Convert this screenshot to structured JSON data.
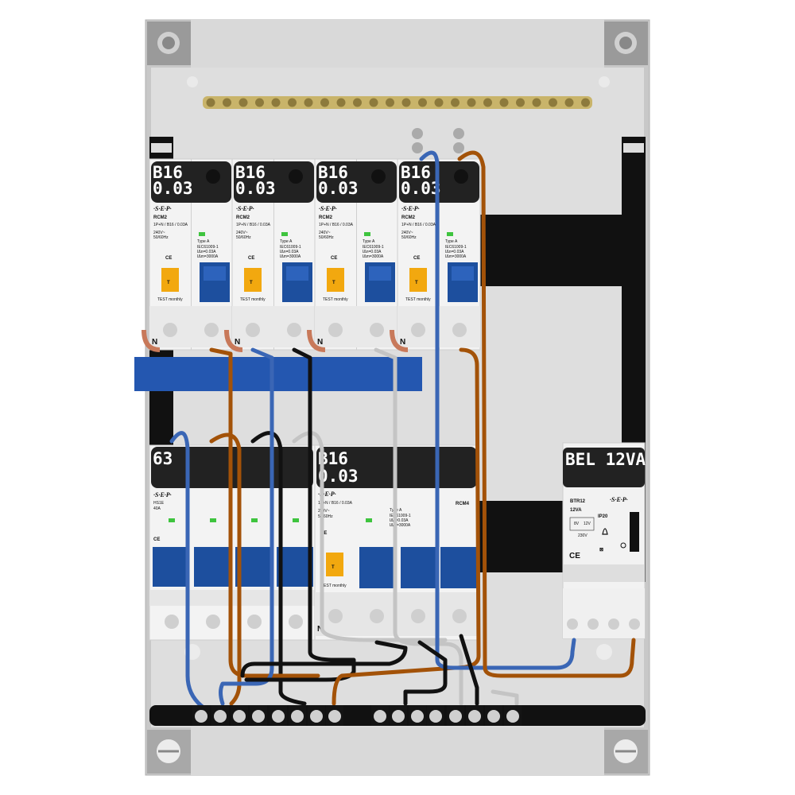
{
  "panel": {
    "modules_row1": [
      {
        "rating": "B16",
        "sensitivity": "0.03",
        "brand": "·S·E·P·",
        "model": "RCM2",
        "spec": "1P+N / B16 / 0.03A",
        "voltage": "240V~",
        "freq": "50/60Hz",
        "type": "Type A",
        "standard": "IEC61009-1",
        "idn": "IΔn=0.03A",
        "icn": "IΔm=3000A",
        "test": "TEST monthly",
        "neutral": "N"
      },
      {
        "rating": "B16",
        "sensitivity": "0.03",
        "brand": "·S·E·P·",
        "model": "RCM2",
        "spec": "1P+N / B16 / 0.03A",
        "voltage": "240V~",
        "freq": "50/60Hz",
        "type": "Type A",
        "standard": "IEC61009-1",
        "idn": "IΔn=0.03A",
        "icn": "IΔm=3000A",
        "test": "TEST monthly",
        "neutral": "N"
      },
      {
        "rating": "B16",
        "sensitivity": "0.03",
        "brand": "·S·E·P·",
        "model": "RCM2",
        "spec": "1P+N / B16 / 0.03A",
        "voltage": "240V~",
        "freq": "50/60Hz",
        "type": "Type A",
        "standard": "IEC61009-1",
        "idn": "IΔn=0.03A",
        "icn": "IΔm=3000A",
        "test": "TEST monthly",
        "neutral": "N"
      },
      {
        "rating": "B16",
        "sensitivity": "0.03",
        "brand": "·S·E·P·",
        "model": "RCM2",
        "spec": "1P+N / B16 / 0.03A",
        "voltage": "240V~",
        "freq": "50/60Hz",
        "type": "Type A",
        "standard": "IEC61009-1",
        "idn": "IΔn=0.03A",
        "icn": "IΔm=3000A",
        "test": "TEST monthly",
        "neutral": "N"
      }
    ],
    "main_switch": {
      "rating": "63",
      "brand": "·S·E·P·",
      "model": "HS1E",
      "current": "40A"
    },
    "rcm4": {
      "rating": "B16",
      "sensitivity": "0.03",
      "brand": "·S·E·P·",
      "model": "RCM4",
      "spec": "1P+N / B16 / 0.03A",
      "voltage": "240V~",
      "freq": "50/60Hz",
      "type": "Type A",
      "standard": "IEC61009-1",
      "idn": "IΔn=0.03A",
      "icn": "IΔm=3000A",
      "test": "TEST monthly",
      "neutral": "N"
    },
    "bell_transformer": {
      "label": "BEL 12VA",
      "model": "BTR12",
      "power": "12VA",
      "ip": "IP20",
      "brand": "·S·E·P·",
      "v1": "8V",
      "v2": "12V",
      "primary": "230V",
      "ce": "CE"
    },
    "ce_mark": "CE"
  },
  "colors": {
    "enclosure": "#c9c9c9",
    "backplate": "#dcdcdc",
    "din_rail": "#111111",
    "comb_busbar": "#2457b0",
    "wire_blue": "#3a66b5",
    "wire_brown": "#a35208",
    "wire_black": "#111111",
    "wire_grey": "#c4c4c4",
    "breaker_body": "#f2f2f2",
    "toggle_blue": "#1d4f9e",
    "test_button": "#f2a80f",
    "indicator_green": "#3ec43e",
    "terminal_bar_brass": "#c9b46a"
  }
}
